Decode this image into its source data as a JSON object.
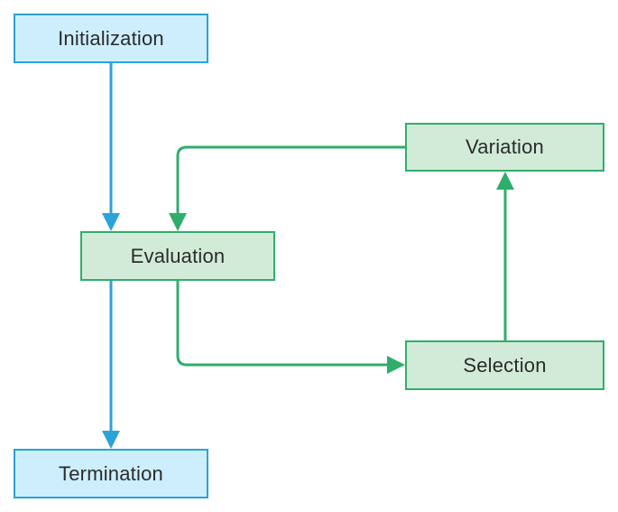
{
  "diagram": {
    "nodes": {
      "initialization": "Initialization",
      "evaluation": "Evaluation",
      "termination": "Termination",
      "variation": "Variation",
      "selection": "Selection"
    },
    "edges": [
      {
        "from": "initialization",
        "to": "evaluation",
        "color": "#2aa3d8"
      },
      {
        "from": "evaluation",
        "to": "termination",
        "color": "#2aa3d8"
      },
      {
        "from": "evaluation",
        "to": "selection",
        "color": "#2fae6b"
      },
      {
        "from": "selection",
        "to": "variation",
        "color": "#2fae6b"
      },
      {
        "from": "variation",
        "to": "evaluation",
        "color": "#2fae6b"
      }
    ],
    "colors": {
      "blue_fill": "#cdeefd",
      "blue_stroke": "#2aa3d8",
      "green_fill": "#d2ebd8",
      "green_stroke": "#2fae6b"
    }
  }
}
